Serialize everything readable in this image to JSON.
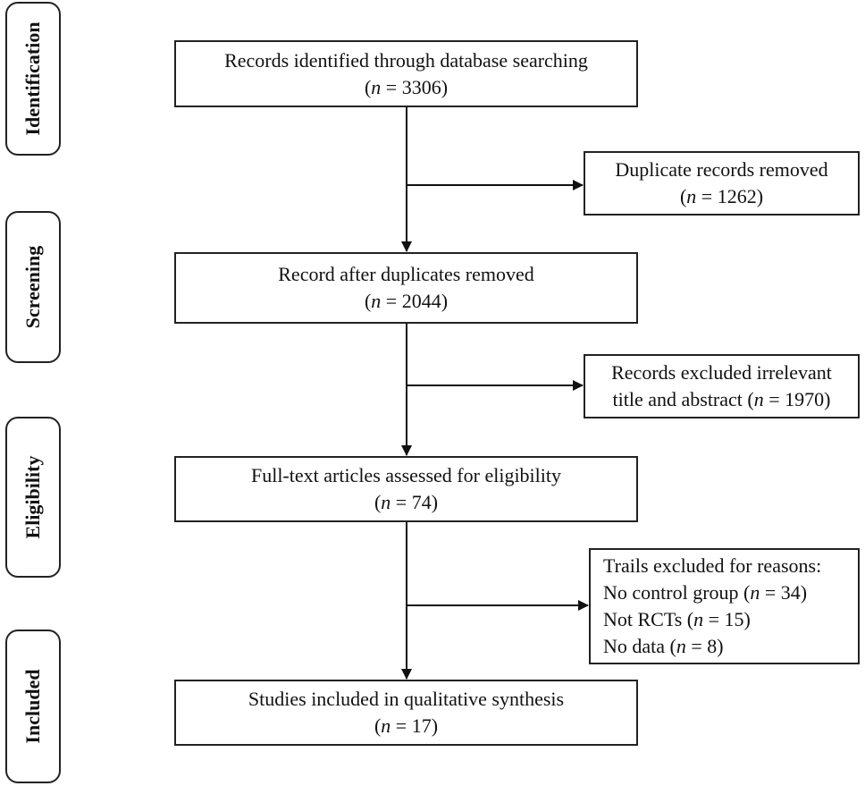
{
  "phases": {
    "identification": "Identification",
    "screening": "Screening",
    "eligibility": "Eligibility",
    "included": "Included"
  },
  "boxes": {
    "identified": {
      "text": "Records identified through database searching",
      "n_prefix": "(",
      "n_var": "n",
      "n_suffix": " = 3306)"
    },
    "duplicates": {
      "text": "Duplicate records removed",
      "n_prefix": "(",
      "n_var": "n",
      "n_suffix": " = 1262)"
    },
    "after_duplicates": {
      "text": "Record after duplicates removed",
      "n_prefix": "(",
      "n_var": "n",
      "n_suffix": " = 2044)"
    },
    "excluded_title": {
      "line1": "Records excluded irrelevant",
      "line2_prefix": "title and abstract (",
      "n_var": "n",
      "line2_suffix": " = 1970)"
    },
    "fulltext": {
      "text": "Full-text articles assessed for eligibility",
      "n_prefix": "(",
      "n_var": "n",
      "n_suffix": " = 74)"
    },
    "trials_excluded": {
      "heading": "Trails excluded for reasons:",
      "reasons": [
        {
          "prefix": "No control group (",
          "n_var": "n",
          "suffix": " = 34)"
        },
        {
          "prefix": "Not RCTs (",
          "n_var": "n",
          "suffix": " = 15)"
        },
        {
          "prefix": "No data (",
          "n_var": "n",
          "suffix": " = 8)"
        }
      ]
    },
    "included": {
      "text": "Studies included in qualitative synthesis",
      "n_prefix": "(",
      "n_var": "n",
      "n_suffix": " = 17)"
    }
  }
}
